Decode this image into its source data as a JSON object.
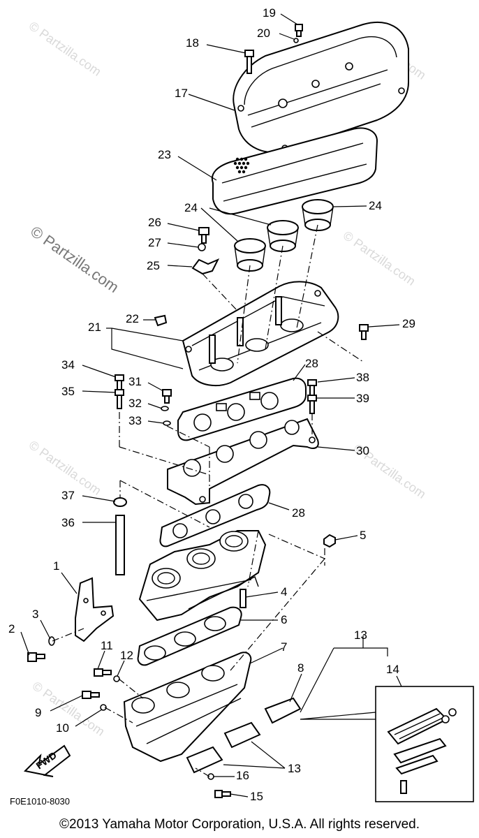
{
  "watermark": "© Partzilla.com",
  "page_code": "F0E1010-8030",
  "copyright": "©2013 Yamaha Motor Corporation, U.S.A. All rights reserved.",
  "fwd_label": "FWD",
  "callouts": {
    "c1": "1",
    "c2": "2",
    "c3": "3",
    "c4": "4",
    "c5": "5",
    "c6": "6",
    "c7": "7",
    "c8": "8",
    "c9": "9",
    "c10": "10",
    "c11": "11",
    "c12": "12",
    "c13a": "13",
    "c13b": "13",
    "c14": "14",
    "c15": "15",
    "c16": "16",
    "c17": "17",
    "c18": "18",
    "c19": "19",
    "c20": "20",
    "c21": "21",
    "c22": "22",
    "c23": "23",
    "c24a": "24",
    "c24b": "24",
    "c25": "25",
    "c26": "26",
    "c27": "27",
    "c28a": "28",
    "c28b": "28",
    "c29": "29",
    "c30": "30",
    "c31": "31",
    "c32": "32",
    "c33": "33",
    "c34": "34",
    "c35": "35",
    "c36": "36",
    "c37": "37",
    "c38": "38",
    "c39": "39"
  }
}
